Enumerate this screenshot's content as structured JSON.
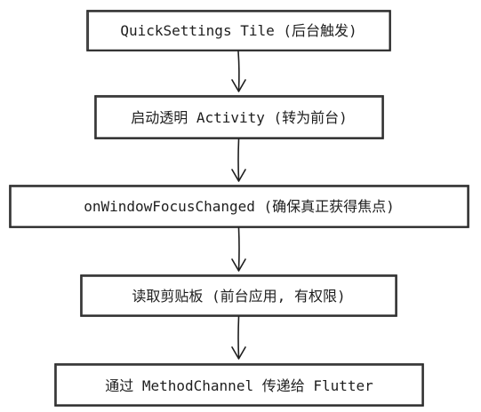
{
  "diagram": {
    "nodes": [
      {
        "id": "quick-settings-tile",
        "label": "QuickSettings Tile (后台触发)"
      },
      {
        "id": "transparent-activity",
        "label": "启动透明 Activity (转为前台)"
      },
      {
        "id": "window-focus-changed",
        "label": "onWindowFocusChanged (确保真正获得焦点)"
      },
      {
        "id": "read-clipboard",
        "label": "读取剪贴板 (前台应用, 有权限)"
      },
      {
        "id": "method-channel",
        "label": "通过 MethodChannel 传递给 Flutter"
      }
    ],
    "edges": [
      {
        "from": "quick-settings-tile",
        "to": "transparent-activity"
      },
      {
        "from": "transparent-activity",
        "to": "window-focus-changed"
      },
      {
        "from": "window-focus-changed",
        "to": "read-clipboard"
      },
      {
        "from": "read-clipboard",
        "to": "method-channel"
      }
    ]
  }
}
